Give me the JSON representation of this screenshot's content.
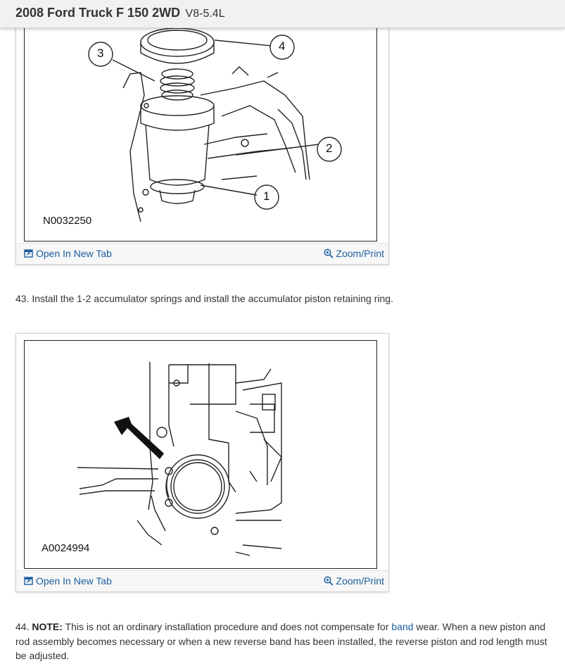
{
  "header": {
    "title": "2008 Ford Truck F 150 2WD",
    "engine": "V8-5.4L"
  },
  "figure1": {
    "code": "N0032250",
    "callouts": [
      "1",
      "2",
      "3",
      "4"
    ],
    "open_label": "Open In New Tab",
    "zoom_label": "Zoom/Print",
    "open_icon": "open-in-new-tab-icon",
    "zoom_icon": "magnifier-icon"
  },
  "step43": {
    "text": "43. Install the 1-2 accumulator springs and install the accumulator piston retaining ring."
  },
  "figure2": {
    "code": "A0024994",
    "open_label": "Open In New Tab",
    "zoom_label": "Zoom/Print"
  },
  "step44": {
    "number": "44.",
    "note_label": "NOTE:",
    "text_before": " This is not an ordinary installation procedure and does not compensate for ",
    "link_text": "band",
    "text_after": " wear. When a new piston and rod assembly becomes necessary or when a new reverse band has been installed, the reverse piston and rod length must be adjusted."
  },
  "colors": {
    "link": "#1c5e9e",
    "header_bg": "#f1f1f1",
    "text": "#333333"
  }
}
